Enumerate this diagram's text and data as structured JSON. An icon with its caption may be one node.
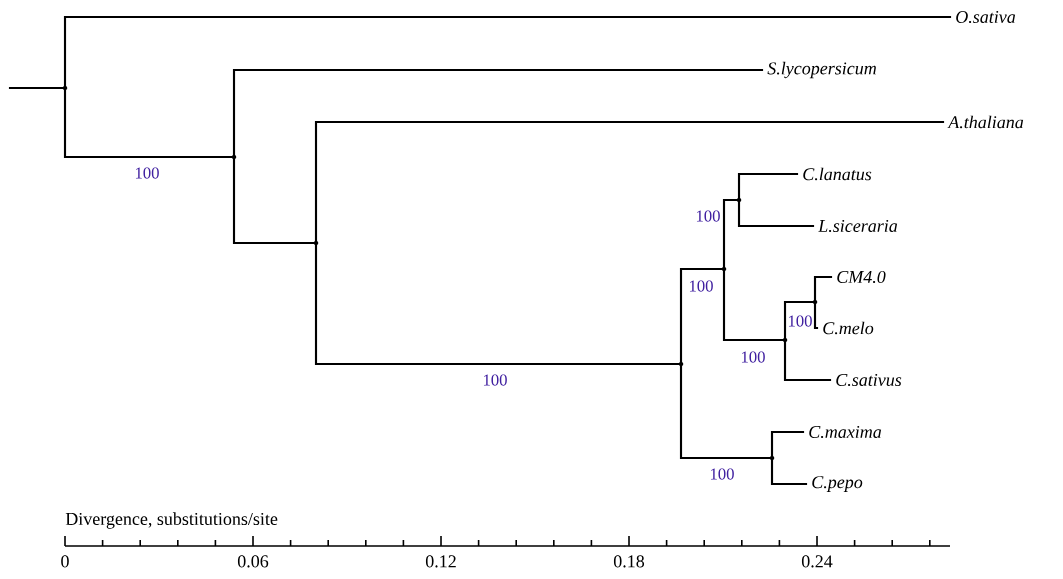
{
  "diagram": {
    "nodes": [
      {
        "text": [
          "*O.sativa*"
        ]
      },
      {
        "text": [
          "*S.lycopersicum*"
        ]
      },
      {
        "text": [
          "*A.thaliana*"
        ]
      },
      {
        "text": [
          "*C.lanatus*"
        ]
      },
      {
        "text": [
          "*L.siceraria*"
        ]
      },
      {
        "text": [
          "*CM4.0*"
        ]
      },
      {
        "text": [
          "*C.melo*"
        ]
      },
      {
        "text": [
          "*C.sativus*"
        ]
      },
      {
        "text": [
          "*C.maxima*"
        ]
      },
      {
        "text": [
          "*C.pepo*"
        ]
      },
      {
        "text": [],
        "shape": "point"
      },
      {
        "text": [],
        "shape": "point"
      },
      {
        "text": [],
        "shape": "point"
      },
      {
        "text": [],
        "shape": "point"
      },
      {
        "text": [],
        "shape": "point"
      },
      {
        "text": [],
        "shape": "point"
      },
      {
        "text": [],
        "shape": "point"
      },
      {
        "text": [],
        "shape": "point"
      },
      {
        "text": [],
        "shape": "point"
      }
    ],
    "edges": [
      {
        "from": null,
        "to": 10,
        "arrow": "none"
      },
      {
        "from": 10,
        "to": 0,
        "arrow": "none"
      },
      {
        "from": 10,
        "to": 11,
        "arrow": "none",
        "label": "100"
      },
      {
        "from": 11,
        "to": 1,
        "arrow": "none"
      },
      {
        "from": 11,
        "to": 12,
        "arrow": "none"
      },
      {
        "from": 12,
        "to": 2,
        "arrow": "none"
      },
      {
        "from": 12,
        "to": 13,
        "arrow": "none",
        "label": "100"
      },
      {
        "from": 13,
        "to": 14,
        "arrow": "none",
        "label": "100"
      },
      {
        "from": 13,
        "to": 16,
        "arrow": "none",
        "label": "100"
      },
      {
        "from": 14,
        "to": 15,
        "arrow": "none",
        "label": "100"
      },
      {
        "from": 14,
        "to": 17,
        "arrow": "none",
        "label": "100"
      },
      {
        "from": 15,
        "to": 3,
        "arrow": "none"
      },
      {
        "from": 15,
        "to": 4,
        "arrow": "none"
      },
      {
        "from": 17,
        "to": 18,
        "arrow": "none",
        "label": "100"
      },
      {
        "from": 17,
        "to": 7,
        "arrow": "none"
      },
      {
        "from": 18,
        "to": 5,
        "arrow": "none"
      },
      {
        "from": 18,
        "to": 6,
        "arrow": "none"
      },
      {
        "from": 16,
        "to": 8,
        "arrow": "none"
      },
      {
        "from": 16,
        "to": 9,
        "arrow": "none"
      }
    ],
    "labels": [
      "Divergence, substitutions/site",
      "0",
      "0.06",
      "0.12",
      "0.18",
      "0.24"
    ]
  }
}
